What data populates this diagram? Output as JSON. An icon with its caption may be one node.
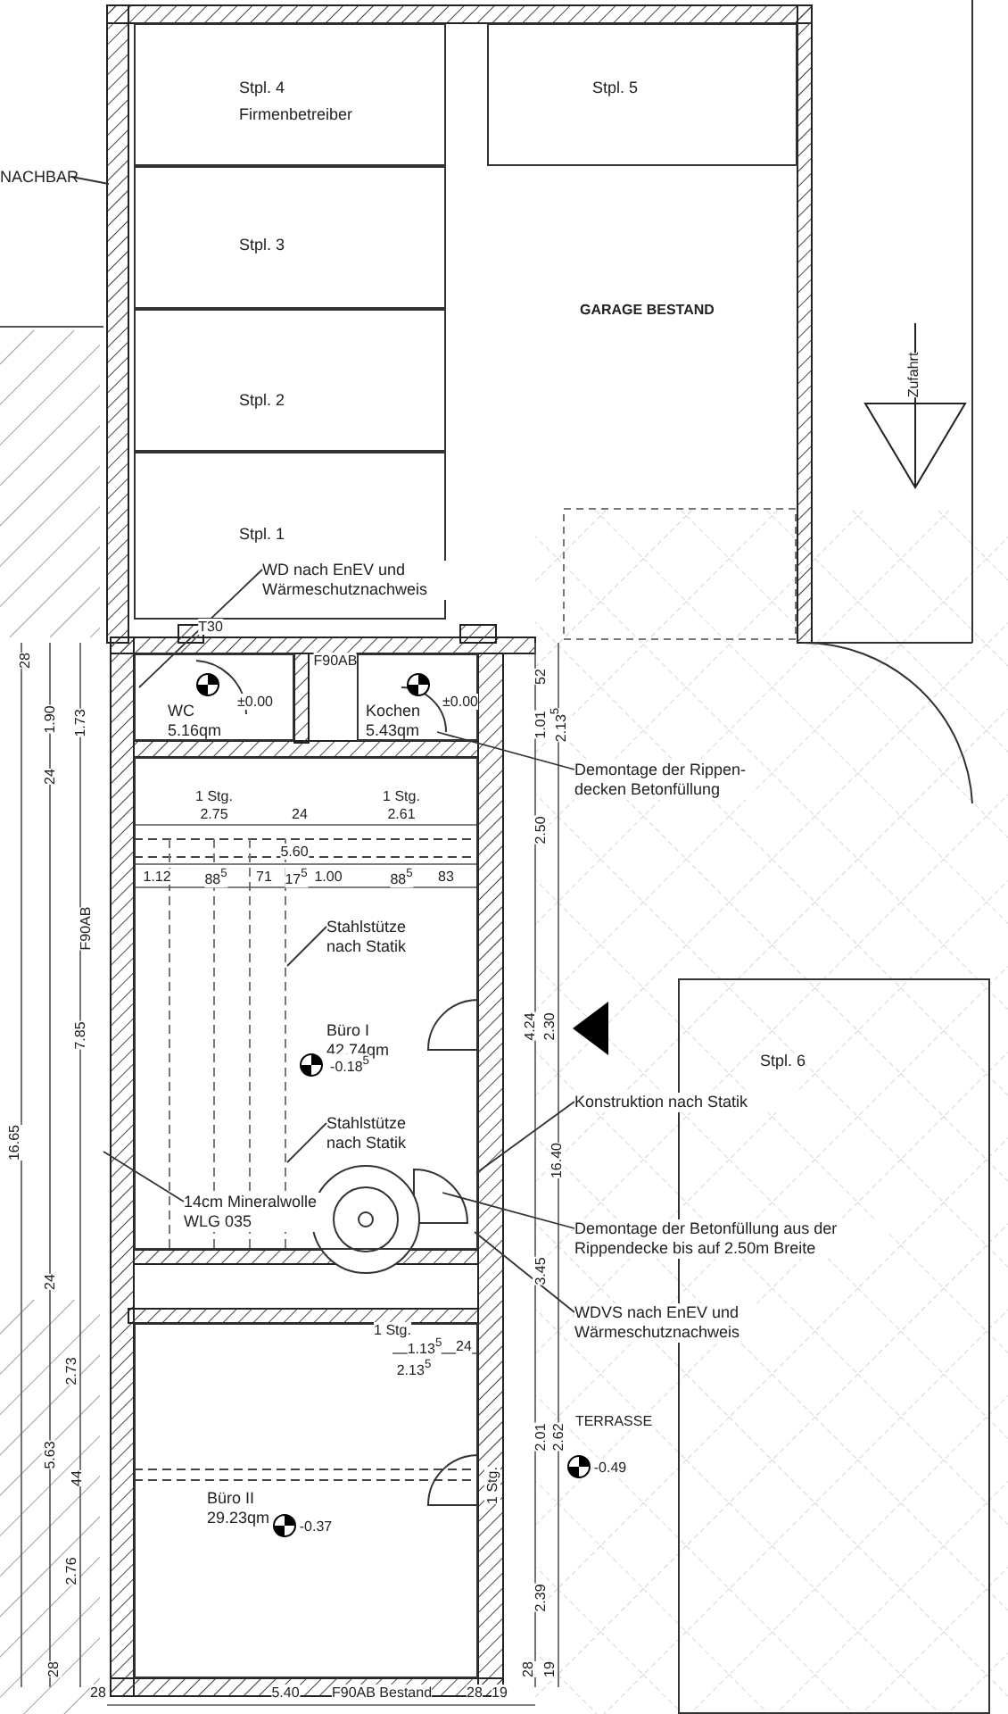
{
  "diagram": {
    "nodes": [
      {
        "text": [
          "GARAGE BESTAND"
        ]
      },
      {
        "text": [
          "Stpl. 4",
          "Firmenbetreiber"
        ],
        "in": 0
      },
      {
        "text": [
          "Stpl. 5"
        ],
        "in": 0
      },
      {
        "text": [
          "Stpl. 3"
        ],
        "in": 0
      },
      {
        "text": [
          "Stpl. 2"
        ],
        "in": 0
      },
      {
        "text": [
          "Stpl. 1"
        ],
        "in": 0
      },
      {
        "text": [
          "NACHBAR"
        ]
      },
      {
        "text": [
          "WD nach EnEV und Wärmeschutznachweis"
        ],
        "in": 5
      },
      {
        "text": [
          "WC 5.16qm"
        ]
      },
      {
        "text": [
          "Kochen 5.43qm"
        ]
      },
      {
        "text": [
          "Demontage der Rippen- decken Betonfüllung"
        ]
      },
      {
        "text": [
          "Stpl. 6"
        ]
      },
      {
        "text": [
          "Büro I 42.74qm"
        ]
      },
      {
        "text": [
          "Stahlstütze nach Statik"
        ],
        "in": 12
      },
      {
        "text": [
          "Stahlstütze nach Statik"
        ],
        "in": 12
      },
      {
        "text": [
          "Konstruktion nach Statik"
        ]
      },
      {
        "text": [
          "14cm Mineralwolle WLG 035"
        ],
        "in": 12
      },
      {
        "text": [
          "Demontage der Betonfüllung aus der Rippendecke bis auf 2.50m Breite"
        ]
      },
      {
        "text": [
          "WDVS nach EnEV und Wärmeschutznachweis"
        ]
      },
      {
        "text": [
          "Büro II 29.23qm"
        ]
      }
    ],
    "edges": [
      {
        "from": 6,
        "to": 0,
        "arrow": "none"
      },
      {
        "from": 7,
        "to": 8,
        "arrow": "none"
      },
      {
        "from": 10,
        "to": 9,
        "arrow": "none"
      },
      {
        "from": 13,
        "to": 12,
        "arrow": "none"
      },
      {
        "from": 14,
        "to": 12,
        "arrow": "none"
      },
      {
        "from": 15,
        "to": 12,
        "arrow": "none"
      },
      {
        "from": 16,
        "to": null,
        "arrow": "none"
      },
      {
        "from": 17,
        "to": 12,
        "arrow": "none"
      },
      {
        "from": 18,
        "to": 12,
        "arrow": "none"
      }
    ],
    "labels": [
      "Zufahrt",
      "T30",
      "F90AB",
      "±0.00",
      "±0.00",
      "28",
      "1.90",
      "1.73",
      "24",
      "52",
      "1.01",
      "2.13$^{5}$",
      "1 Stg.",
      "2.75",
      "24",
      "1 Stg.",
      "2.61",
      "5.60",
      "1.12",
      "88$^{5}$",
      "71",
      "17$^{5}$",
      "1.00",
      "88$^{5}$",
      "83",
      "2.50",
      "F90AB",
      "7.85",
      "4.24",
      "2.30",
      "-0.18$^{5}$",
      "16.65",
      "16.40",
      "3.45",
      "24",
      "1 Stg.",
      "1.13$^{5}$",
      "24",
      "2.13$^{5}$",
      "2.73",
      "TERRASSE",
      "2.01",
      "2.62",
      "-0.49",
      "5.63",
      "44",
      "1 Stg.",
      "-0.37",
      "2.76",
      "2.39",
      "28",
      "28",
      "28",
      "5.40",
      "F90AB Bestand",
      "28",
      "19",
      "19"
    ]
  }
}
